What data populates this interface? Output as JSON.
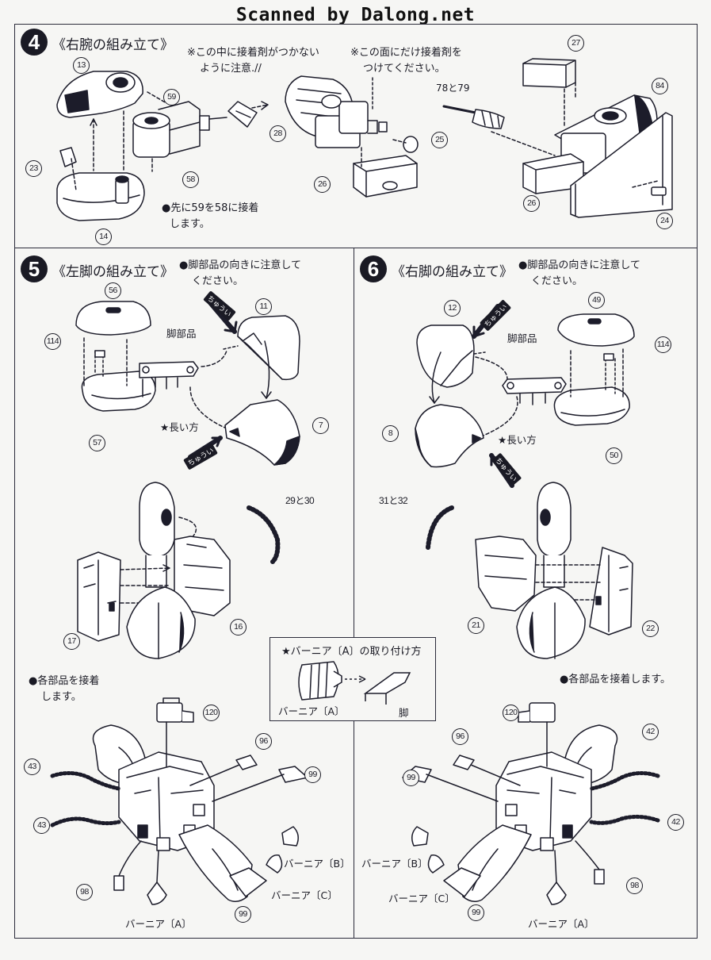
{
  "header": {
    "title": "Scanned by Dalong.net"
  },
  "step4": {
    "number": "4",
    "title": "《右腕の組み立て》",
    "note_no_glue_1": "※この中に接着剤がつかない",
    "note_no_glue_2": "ように注意.//",
    "note_glue_only_1": "※この面にだけ接着剤を",
    "note_glue_only_2": "つけてください。",
    "note_first_1": "●先に59を58に接着",
    "note_first_2": "します。",
    "parts": [
      "13",
      "59",
      "28",
      "23",
      "58",
      "14",
      "25",
      "26",
      "27",
      "78と79",
      "84",
      "26",
      "24"
    ]
  },
  "step5": {
    "number": "5",
    "title": "《左脚の組み立て》",
    "note_1": "●脚部品の向きに注意して",
    "note_2": "ください。",
    "leg_part": "脚部品",
    "long_side": "★長い方",
    "caution": "ちゅうい",
    "glue_note_1": "●各部品を接着",
    "glue_note_2": "します。",
    "vernier_a": "バーニア〔A〕",
    "vernier_b": "バーニア〔B〕",
    "vernier_c": "バーニア〔C〕",
    "parts": [
      "56",
      "11",
      "114",
      "57",
      "7",
      "29と30",
      "17",
      "16",
      "120",
      "96",
      "43",
      "99",
      "43",
      "98",
      "99"
    ]
  },
  "step6": {
    "number": "6",
    "title": "《右脚の組み立て》",
    "note_1": "●脚部品の向きに注意して",
    "note_2": "ください。",
    "leg_part": "脚部品",
    "long_side": "★長い方",
    "caution": "ちゅうい",
    "glue_note": "●各部品を接着します。",
    "vernier_a": "バーニア〔A〕",
    "vernier_b": "バーニア〔B〕",
    "vernier_c": "バーニア〔C〕",
    "parts": [
      "12",
      "49",
      "114",
      "8",
      "50",
      "31と32",
      "21",
      "22",
      "120",
      "96",
      "42",
      "99",
      "42",
      "98",
      "99"
    ]
  },
  "inset": {
    "title": "★バーニア〔A〕の取り付け方",
    "vernier_label": "バーニア〔A〕",
    "leg_label": "脚"
  }
}
